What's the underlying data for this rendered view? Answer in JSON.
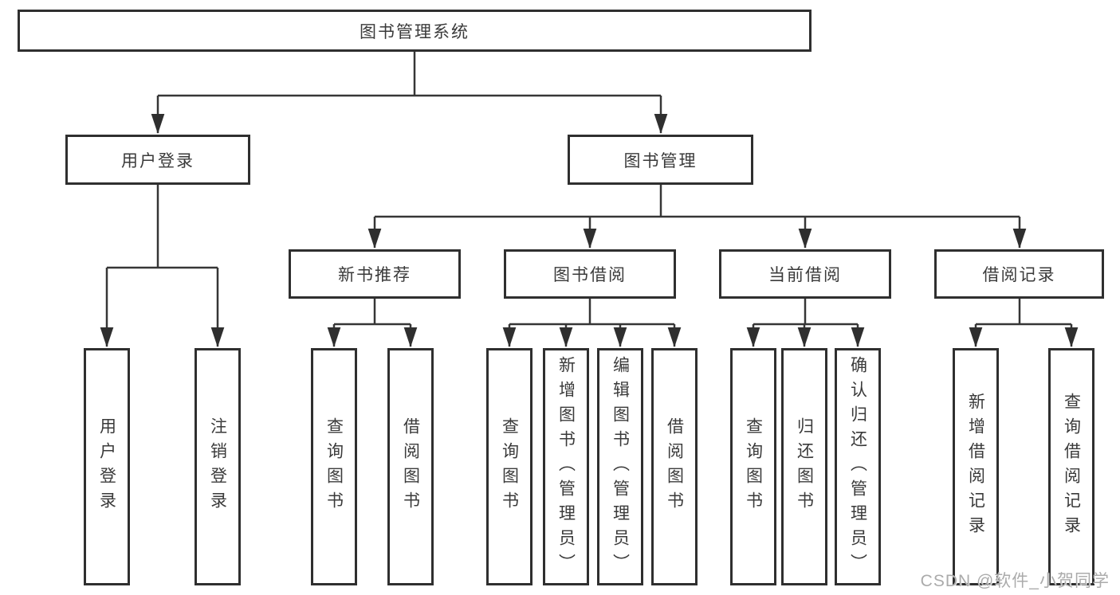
{
  "nodes": {
    "root": "图书管理系统",
    "user_login": "用户登录",
    "book_mgmt": "图书管理",
    "new_rec": "新书推荐",
    "borrow": "图书借阅",
    "current": "当前借阅",
    "records": "借阅记录",
    "leaf_user_login": "用户登录",
    "leaf_logout": "注销登录",
    "rec_query": "查询图书",
    "rec_borrow": "借阅图书",
    "bb_query": "查询图书",
    "bb_add": "新增图书（管理员）",
    "bb_edit": "编辑图书（管理员）",
    "bb_borrow": "借阅图书",
    "cb_query": "查询图书",
    "cb_return": "归还图书",
    "cb_confirm": "确认归还（管理员）",
    "br_add": "新增借阅记录",
    "br_query": "查询借阅记录"
  },
  "watermark": "CSDN @软件_小贺同学",
  "colors": {
    "background": "#ffffff",
    "box_border": "#2f2f2f",
    "connector_line": "#363636",
    "text": "#3a3a3a",
    "watermark_text": "#ababab"
  }
}
